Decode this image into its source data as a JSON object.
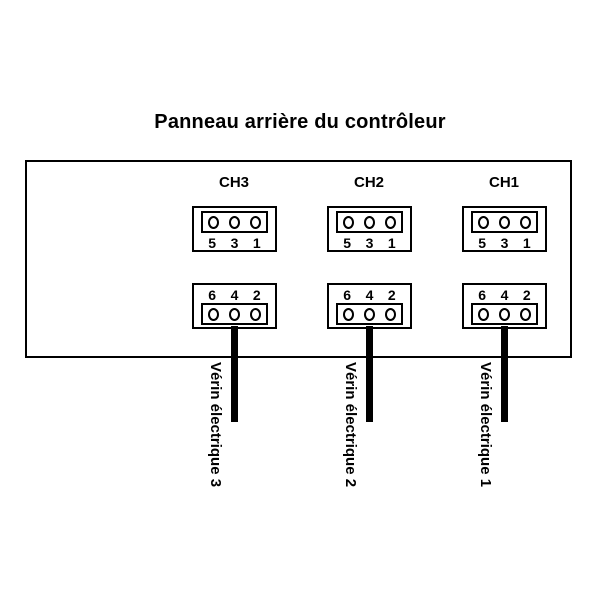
{
  "diagram": {
    "title": "Panneau arrière du contrôleur",
    "panel_label": "controller-rear-panel",
    "colors": {
      "stroke": "#000000",
      "background": "#ffffff",
      "cable": "#000000"
    },
    "channels": [
      {
        "name": "CH3",
        "upper_connector": {
          "pins": [
            "5",
            "3",
            "1"
          ],
          "label_position": "below"
        },
        "lower_connector": {
          "pins": [
            "6",
            "4",
            "2"
          ],
          "label_position": "above"
        },
        "actuator_label": "Vérin électrique 3"
      },
      {
        "name": "CH2",
        "upper_connector": {
          "pins": [
            "5",
            "3",
            "1"
          ],
          "label_position": "below"
        },
        "lower_connector": {
          "pins": [
            "6",
            "4",
            "2"
          ],
          "label_position": "above"
        },
        "actuator_label": "Vérin électrique 2"
      },
      {
        "name": "CH1",
        "upper_connector": {
          "pins": [
            "5",
            "3",
            "1"
          ],
          "label_position": "below"
        },
        "lower_connector": {
          "pins": [
            "6",
            "4",
            "2"
          ],
          "label_position": "above"
        },
        "actuator_label": "Vérin électrique 1"
      }
    ]
  }
}
